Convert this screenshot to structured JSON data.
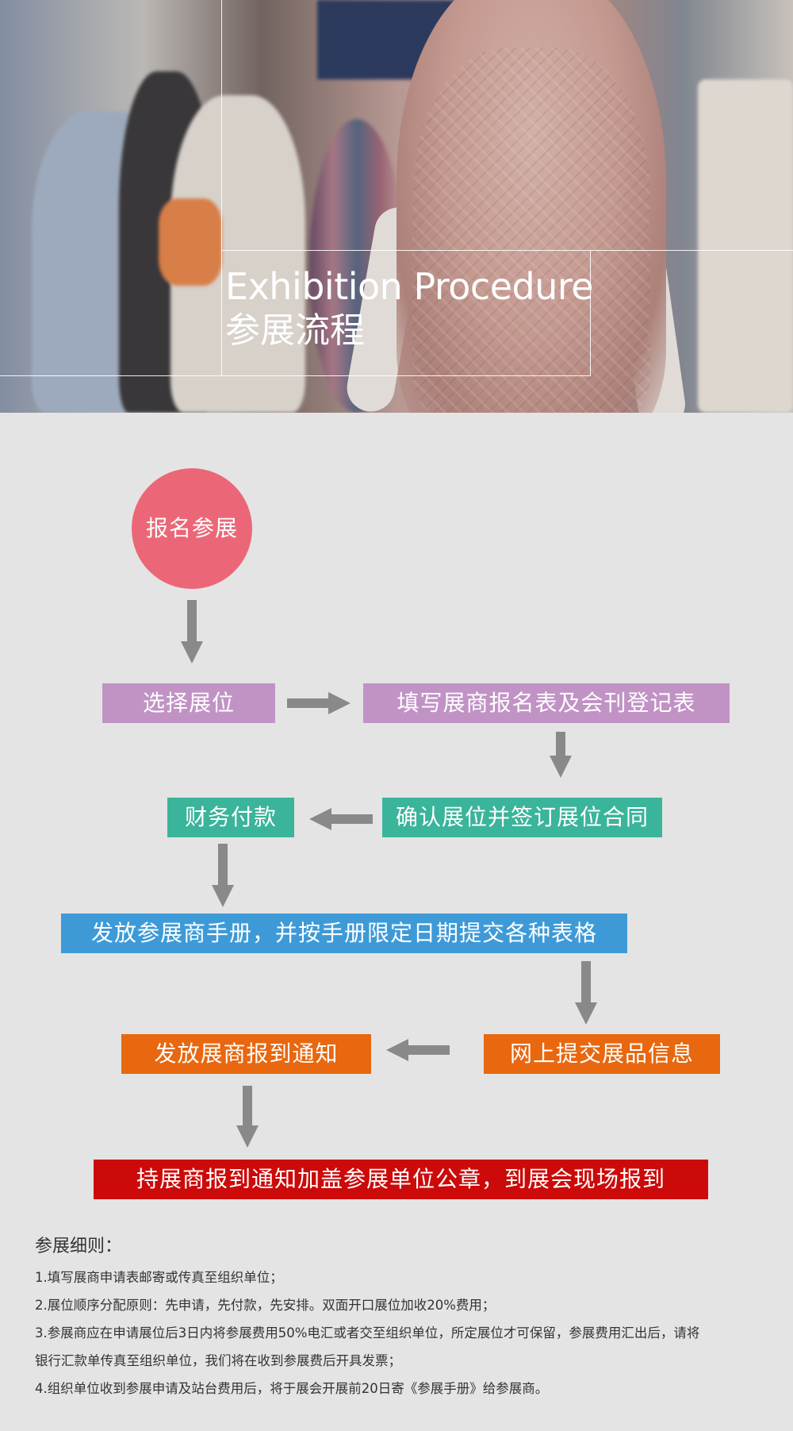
{
  "hero": {
    "title_en": "Exhibition Procedure",
    "title_cn": "参展流程"
  },
  "flow": {
    "start": "报名参展",
    "step1": "选择展位",
    "step2": "填写展商报名表及会刊登记表",
    "step3": "确认展位并签订展位合同",
    "step4": "财务付款",
    "step5": "发放参展商手册，并按手册限定日期提交各种表格",
    "step6": "网上提交展品信息",
    "step7": "发放展商报到通知",
    "step8": "持展商报到通知加盖参展单位公章，到展会现场报到"
  },
  "colors": {
    "circle": "#eb6777",
    "purple": "#c193c5",
    "teal": "#3ab49a",
    "blue": "#3e9ad7",
    "orange": "#e8670f",
    "red": "#cc0a0a",
    "arrow": "#898989",
    "background": "#e4e4e4"
  },
  "notes": {
    "title": "参展细则：",
    "items": [
      "1.填写展商申请表邮寄或传真至组织单位；",
      "2.展位顺序分配原则：先申请，先付款，先安排。双面开口展位加收20%费用；",
      "3.参展商应在申请展位后3日内将参展费用50%电汇或者交至组织单位，所定展位才可保留，参展费用汇出后，请将",
      "银行汇款单传真至组织单位，我们将在收到参展费后开具发票；",
      "4.组织单位收到参展申请及站台费用后，将于展会开展前20日寄《参展手册》给参展商。"
    ]
  }
}
